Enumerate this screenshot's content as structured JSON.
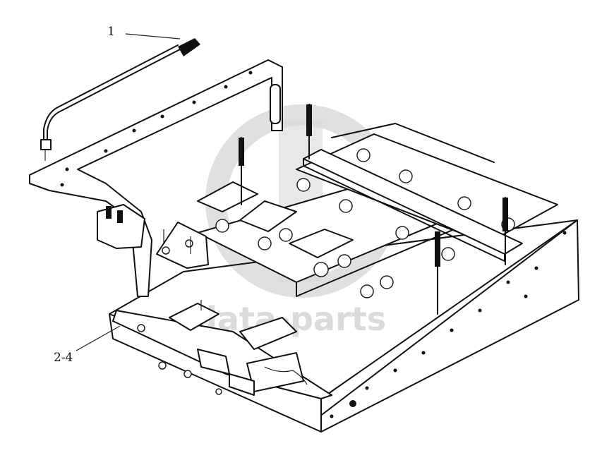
{
  "callouts": [
    {
      "id": "1",
      "label": "1"
    },
    {
      "id": "2-4",
      "label": "2-4"
    }
  ],
  "watermark": {
    "text": "data-parts"
  },
  "colors": {
    "line": "#111111",
    "background": "#ffffff",
    "watermark": "#cfcfcf"
  }
}
